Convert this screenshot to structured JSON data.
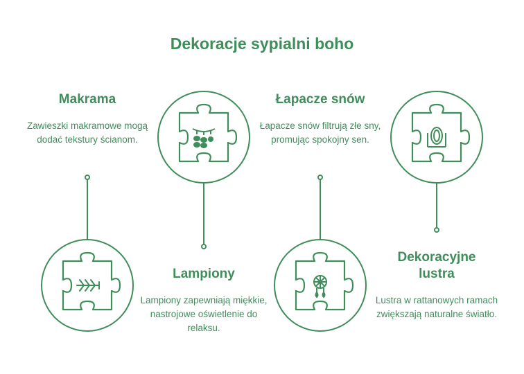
{
  "title": "Dekoracje sypialni boho",
  "colors": {
    "accent": "#3f8d5a"
  },
  "items": [
    {
      "heading": "Makrama",
      "description": "Zawieszki makramowe mogą dodać tekstury ścianom.",
      "icon": "macrame-icon"
    },
    {
      "heading": "Lampiony",
      "description": "Lampiony zapewniają miękkie, nastrojowe oświetlenie do relaksu.",
      "icon": "lanterns-icon"
    },
    {
      "heading": "Łapacze snów",
      "description": "Łapacze snów filtrują złe sny, promując spokojny sen.",
      "icon": "dreamcatcher-icon"
    },
    {
      "heading": "Dekoracyjne lustra",
      "description": "Lustra w rattanowych ramach zwiększają naturalne światło.",
      "icon": "mirror-icon"
    }
  ]
}
